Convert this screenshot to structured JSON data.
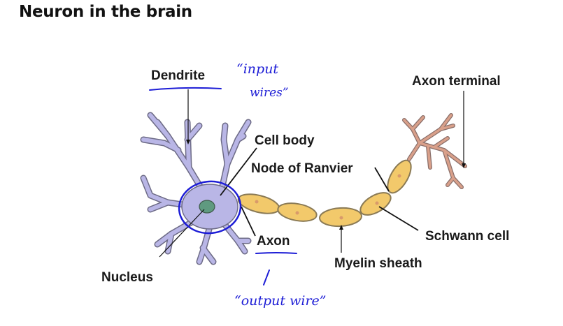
{
  "slide": {
    "title": "Neuron in the brain"
  },
  "labels": {
    "dendrite": "Dendrite",
    "axon_terminal": "Axon terminal",
    "cell_body": "Cell body",
    "node_of_ranvier": "Node of Ranvier",
    "axon": "Axon",
    "schwann_cell": "Schwann cell",
    "myelin_sheath": "Myelin sheath",
    "nucleus": "Nucleus"
  },
  "annotations": {
    "input_line1": "“input",
    "input_line2": "wires”",
    "output": "“output wire”"
  },
  "colors": {
    "dendrite_fill": "#b9b6e6",
    "dendrite_stroke": "#6d6b86",
    "nucleus_fill": "#5f9a80",
    "myelin_fill": "#f2c96b",
    "myelin_stroke": "#8a7a55",
    "terminal_fill": "#d9a08a",
    "ink_blue": "#1d1dd6",
    "pointer": "#111111"
  }
}
